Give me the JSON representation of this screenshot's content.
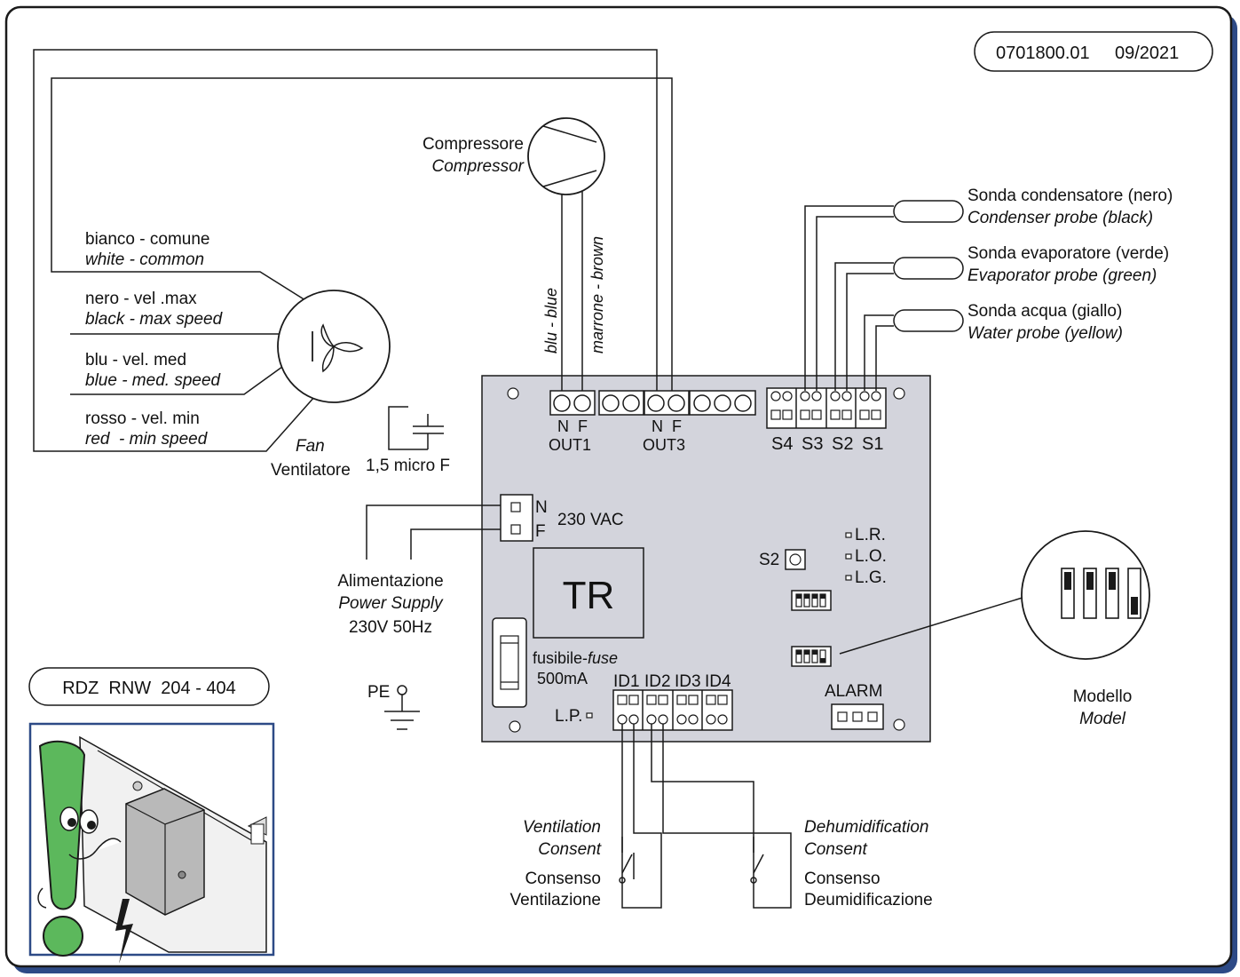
{
  "doc_code": "0701800.01",
  "doc_date": "09/2021",
  "model_range": "RDZ  RNW  204 - 404",
  "compressor": {
    "label_it": "Compressore",
    "label_en": "Compressor"
  },
  "compressor_wires": {
    "blue": "blu - blue",
    "brown": "marrone - brown"
  },
  "fan": {
    "label_en": "Fan",
    "label_it": "Ventilatore",
    "capacitor": "1,5 micro F",
    "wires": [
      {
        "it": "bianco - comune",
        "en": "white - common"
      },
      {
        "it": "nero - vel .max",
        "en": "black - max speed"
      },
      {
        "it": "blu - vel. med",
        "en": "blue - med. speed"
      },
      {
        "it": "rosso - vel. min",
        "en": "red  - min speed"
      }
    ]
  },
  "probes": [
    {
      "it": "Sonda condensatore (nero)",
      "en": "Condenser probe (black)"
    },
    {
      "it": "Sonda evaporatore (verde)",
      "en": "Evaporator probe (green)"
    },
    {
      "it": "Sonda acqua (giallo)",
      "en": "Water probe (yellow)"
    }
  ],
  "board": {
    "out1_nf": "N  F",
    "out1": "OUT1",
    "out3_nf": "N  F",
    "out3": "OUT3",
    "sensor_inputs": [
      "S4",
      "S3",
      "S2",
      "S1"
    ],
    "power_n": "N",
    "power_f": "F",
    "power_voltage": "230 VAC",
    "transformer": "TR",
    "fuse_it": "fusibile-",
    "fuse_en": "fuse",
    "fuse_rating": "500mA",
    "button": "S2",
    "leds": [
      "L.R.",
      "L.O.",
      "L.G."
    ],
    "digital_inputs": [
      "ID1",
      "ID2",
      "ID3",
      "ID4"
    ],
    "lp": "L.P.",
    "alarm": "ALARM"
  },
  "power_supply": {
    "it": "Alimentazione",
    "en": "Power Supply",
    "spec": "230V 50Hz"
  },
  "pe": "PE",
  "model_switch": {
    "it": "Modello",
    "en": "Model"
  },
  "consents": [
    {
      "en1": "Ventilation",
      "en2": "Consent",
      "it1": "Consenso",
      "it2": "Ventilazione"
    },
    {
      "en1": "Dehumidification",
      "en2": "Consent",
      "it1": "Consenso",
      "it2": "Deumidificazione"
    }
  ]
}
